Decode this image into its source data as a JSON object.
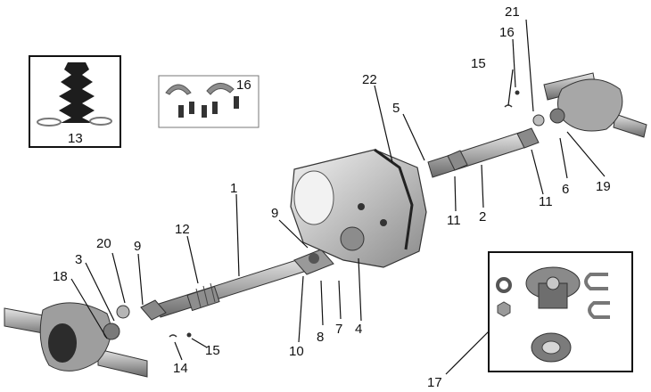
{
  "callouts": {
    "n1": "1",
    "n2": "2",
    "n3": "3",
    "n4": "4",
    "n5": "5",
    "n6": "6",
    "n7": "7",
    "n8": "8",
    "n9a": "9",
    "n9b": "9",
    "n10": "10",
    "n11a": "11",
    "n11b": "11",
    "n12": "12",
    "n13": "13",
    "n14": "14",
    "n15a": "15",
    "n15b": "15",
    "n16a": "16",
    "n16b": "16",
    "n17": "17",
    "n18": "18",
    "n19": "19",
    "n20": "20",
    "n21": "21",
    "n22": "22"
  }
}
